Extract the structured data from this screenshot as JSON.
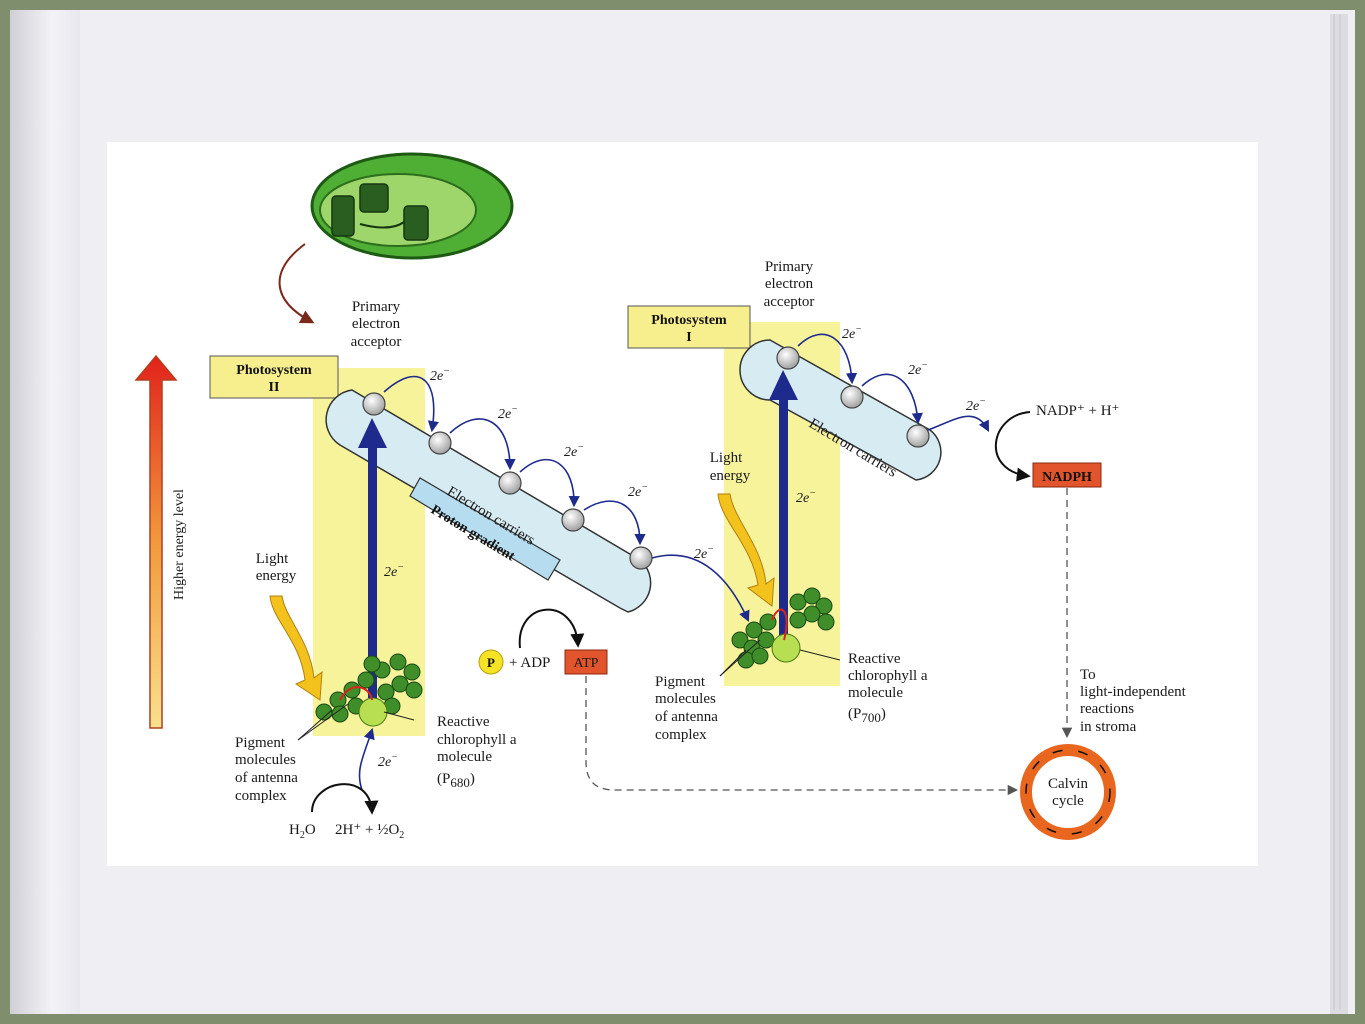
{
  "diagram": {
    "energy_axis_label": "Higher energy level",
    "photosystem_ii": {
      "title_line1": "Photosystem",
      "title_line2": "II"
    },
    "photosystem_i": {
      "title_line1": "Photosystem",
      "title_line2": "I"
    },
    "primary_acceptor_lines": [
      "Primary",
      "electron",
      "acceptor"
    ],
    "electron_label": "2e",
    "electron_sup": "−",
    "electron_carriers": "Electron carriers",
    "proton_gradient": "Proton gradient",
    "light_energy_lines": [
      "Light",
      "energy"
    ],
    "pigment_lines": [
      "Pigment",
      "molecules",
      "of antenna",
      "complex"
    ],
    "reactive_lines": [
      "Reactive",
      "chlorophyll a",
      "molecule"
    ],
    "p680": {
      "p": "P",
      "sub": "680"
    },
    "p700": {
      "p": "P",
      "sub": "700"
    },
    "water": {
      "h2o": "H",
      "h2o_sub": "2",
      "o": "O",
      "products": "2H⁺ + ½O",
      "products_sub": "2"
    },
    "phosphate": "P",
    "plus_adp": "+ ADP",
    "atp": "ATP",
    "nadp": "NADP⁺ + H⁺",
    "nadph": "NADPH",
    "to_stroma_lines": [
      "To",
      "light-independent",
      "reactions",
      "in stroma"
    ],
    "calvin_lines": [
      "Calvin",
      "cycle"
    ]
  },
  "colors": {
    "page": "#eeeef3",
    "frame": "#7f8f6e",
    "yellow_band": "#f6f39a",
    "carrier_fill": "#d6ebf2",
    "proton_fill": "#b5dcef",
    "label_box": "#f7ee8e",
    "atp_box": "#e2542c",
    "calvin_ring": "#e8661e",
    "arrow_blue": "#1f2b8c",
    "chloroplast_green": "#3f9e2e"
  }
}
